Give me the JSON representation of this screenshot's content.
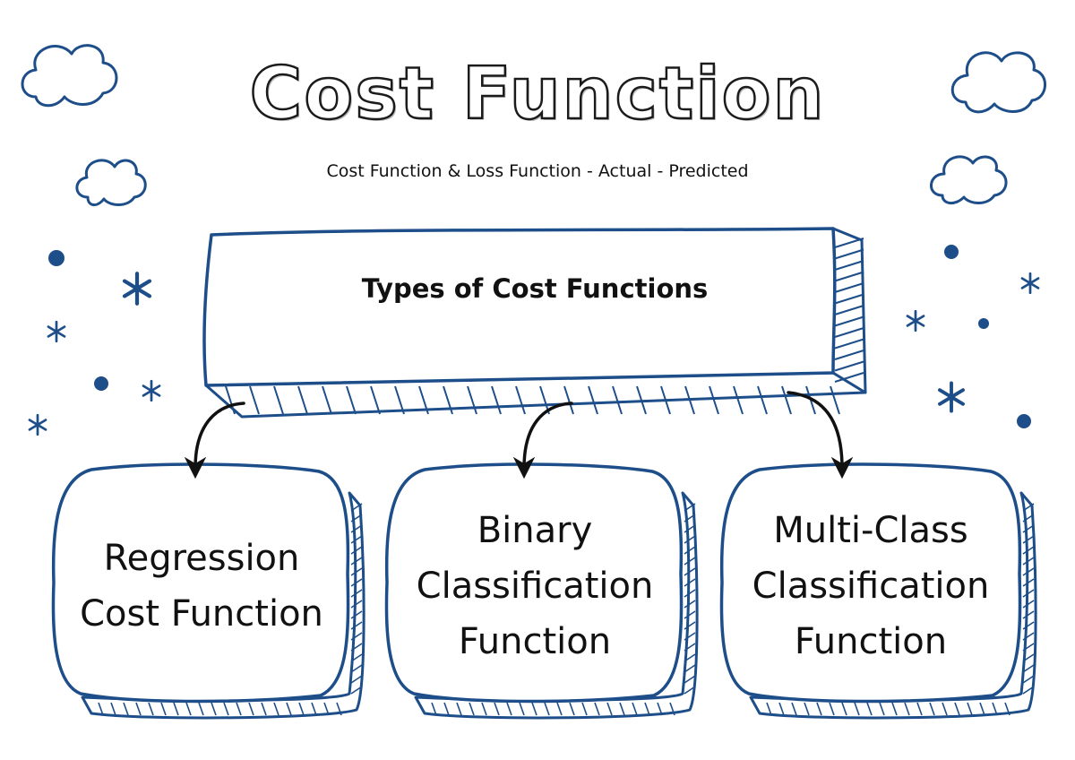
{
  "title": "Cost Function",
  "subtitle": "Cost Function & Loss Function - Actual - Predicted",
  "header_box": {
    "label": "Types of Cost Functions"
  },
  "boxes": [
    {
      "label": "Regression\nCost Function"
    },
    {
      "label": "Binary\nClassification\nFunction"
    },
    {
      "label": "Multi-Class\nClassification\nFunction"
    }
  ],
  "colors": {
    "accent": "#1d4e89",
    "text": "#111111",
    "arrow": "#111111"
  }
}
